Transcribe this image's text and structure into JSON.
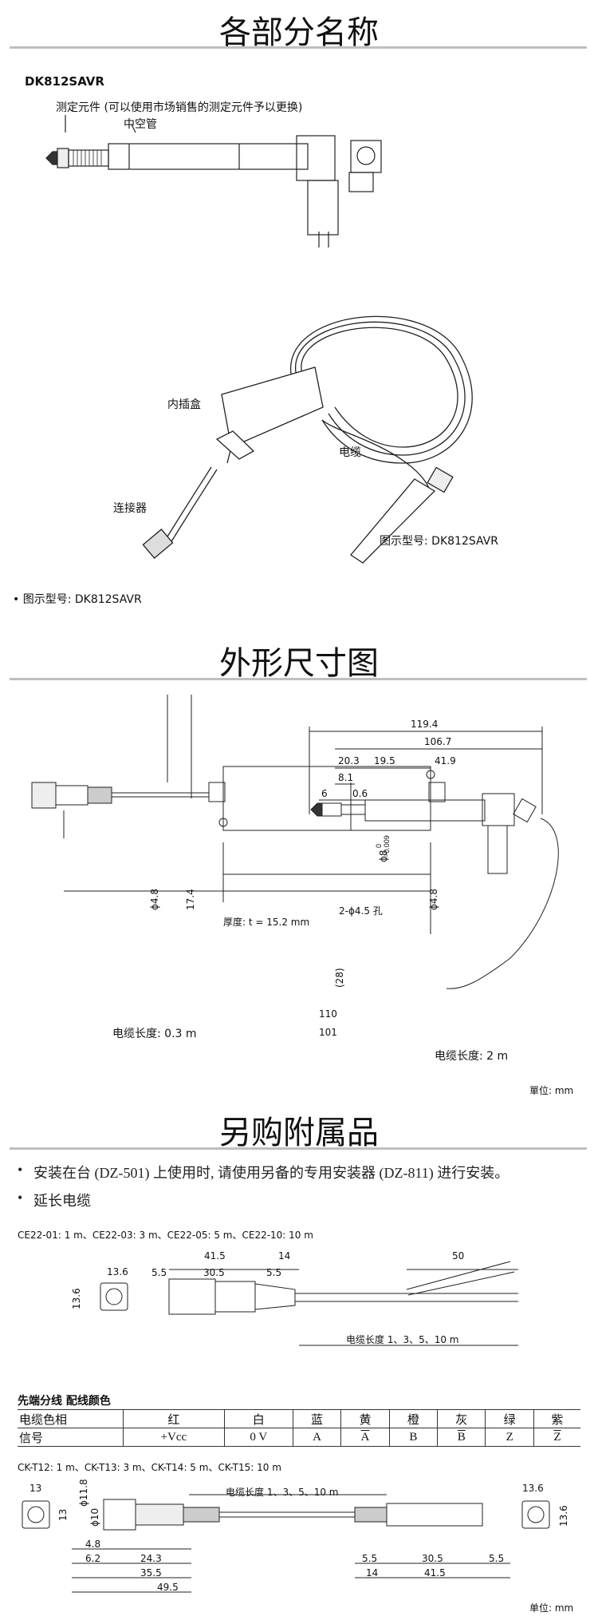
{
  "sections": {
    "parts": "各部分名称",
    "dimensions": "外形尺寸图",
    "accessories": "另购附属品"
  },
  "parts": {
    "model": "DK812SAVR",
    "probe_note": "测定元件 (可以使用市场销售的测定元件予以更换)",
    "hollow_tube": "中空管",
    "interpolator": "内插盒",
    "cable": "电缆",
    "connector": "连接器",
    "figure_model": "图示型号: DK812SAVR",
    "footnote": "• 图示型号: DK812SAVR"
  },
  "dimensions": {
    "d119_4": "119.4",
    "d106_7": "106.7",
    "d20_3": "20.3",
    "d19_5": "19.5",
    "d41_9": "41.9",
    "d8_1": "8.1",
    "d6": "6",
    "d0_6": "0.6",
    "phi8": "ϕ8",
    "phi8_tol_upper": "0",
    "phi8_tol_lower": "−0.009",
    "phi4_8_left": "ϕ4.8",
    "d17_4": "17.4",
    "thickness": "厚度: t = 15.2 mm",
    "holes": "2-ϕ4.5 孔",
    "phi4_8_right": "ϕ4.8",
    "d28": "(28)",
    "d110": "110",
    "d101": "101",
    "cable_len_short": "电缆长度: 0.3 m",
    "cable_len_long": "电缆长度: 2 m",
    "unit": "單位: mm"
  },
  "accessories": {
    "bullets": [
      "安装在台 (DZ-501) 上使用时, 请使用另备的专用安装器 (DZ-811) 进行安装。",
      "延长电缆"
    ],
    "ce_models": "CE22-01: 1 m、CE22-03: 3 m、CE22-05: 5 m、CE22-10: 10 m",
    "ce_dims": {
      "d13_6a": "13.6",
      "d13_6b": "13.6",
      "d41_5": "41.5",
      "d14": "14",
      "d5_5a": "5.5",
      "d30_5": "30.5",
      "d5_5b": "5.5",
      "d50": "50",
      "cable_len": "电缆长度 1、3、5、10 m"
    },
    "wiring_title": "先端分线 配线颜色",
    "wiring_rows": [
      [
        "电缆色相",
        "红",
        "白",
        "蓝",
        "黄",
        "橙",
        "灰",
        "绿",
        "紫"
      ],
      [
        "信号",
        "+Vcc",
        "0 V",
        "A",
        "A",
        "B",
        "B",
        "Z",
        "Z"
      ]
    ],
    "ck_models": "CK-T12: 1 m、CK-T13: 3 m、CK-T14: 5 m、CK-T15: 10 m",
    "ck_dims": {
      "d13a": "13",
      "d13b": "13",
      "phi11_8": "ϕ11.8",
      "phi10": "ϕ10",
      "d4_8": "4.8",
      "d6_2": "6.2",
      "d24_3": "24.3",
      "d35_5": "35.5",
      "d49_5": "49.5",
      "cable_len": "电缆长度 1、3、5、10 m",
      "d5_5a": "5.5",
      "d30_5": "30.5",
      "d5_5b": "5.5",
      "d14": "14",
      "d41_5": "41.5",
      "d13_6a": "13.6",
      "d13_6b": "13.6"
    },
    "unit": "单位: mm"
  }
}
